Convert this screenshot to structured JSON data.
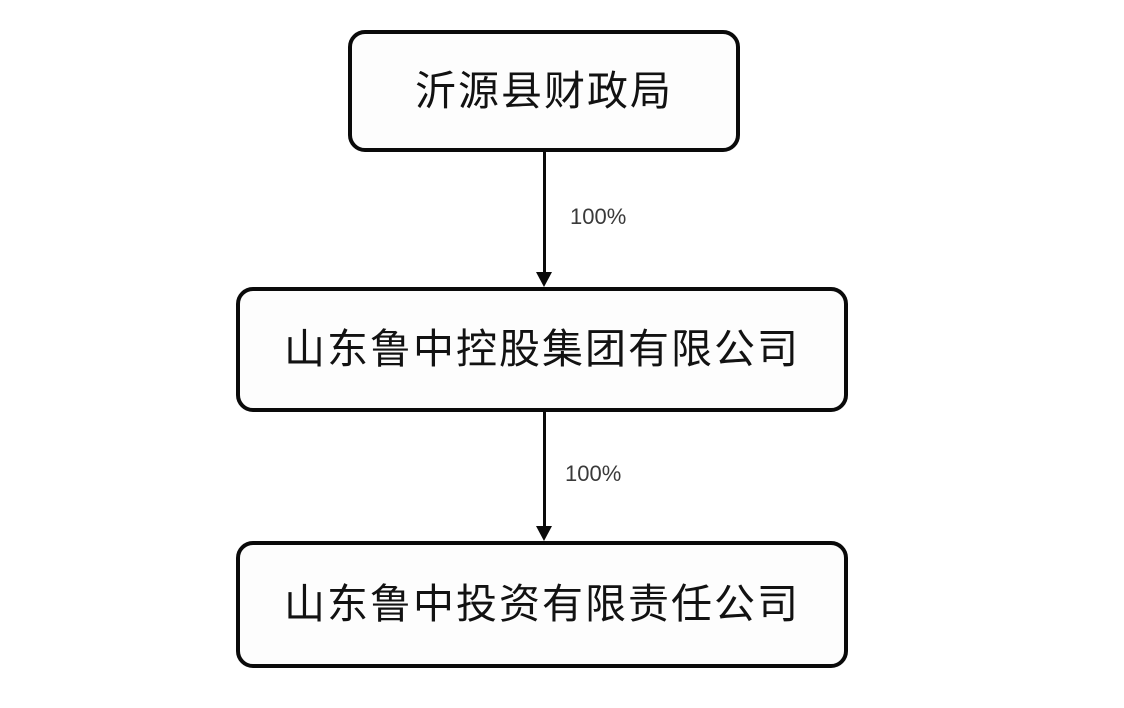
{
  "diagram": {
    "type": "org-chart",
    "orientation": "vertical",
    "background_color": "#ffffff",
    "border_color": "#0a0a0a",
    "text_color": "#121212",
    "label_color": "#3a3a3a",
    "nodes": [
      {
        "id": "node-top",
        "label": "沂源县财政局",
        "level": 1
      },
      {
        "id": "node-middle",
        "label": "山东鲁中控股集团有限公司",
        "level": 2
      },
      {
        "id": "node-bottom",
        "label": "山东鲁中投资有限责任公司",
        "level": 3
      }
    ],
    "edges": [
      {
        "id": "connector-1",
        "from": "node-top",
        "to": "node-middle",
        "label": "100%"
      },
      {
        "id": "connector-2",
        "from": "node-middle",
        "to": "node-bottom",
        "label": "100%"
      }
    ]
  }
}
